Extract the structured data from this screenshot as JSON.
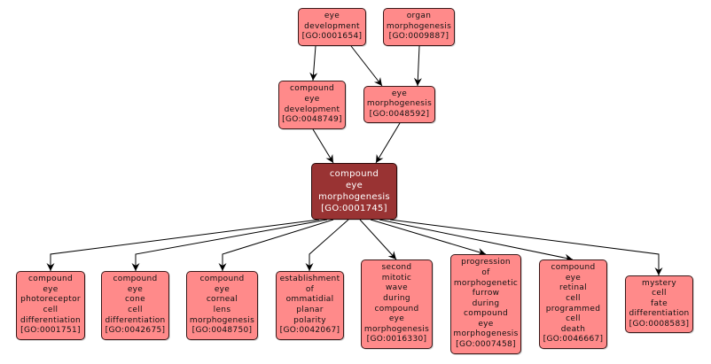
{
  "diagram": {
    "title": "GO term graph: compound eye morphogenesis",
    "colors": {
      "node_fill": "#ff8a8a",
      "focus_fill": "#993333",
      "edge": "#000000",
      "node_border": "#3a1a1a"
    },
    "nodes": [
      {
        "id": "GO:0001654",
        "lines": [
          "eye",
          "development",
          "[GO:0001654]"
        ],
        "focus": false
      },
      {
        "id": "GO:0009887",
        "lines": [
          "organ",
          "morphogenesis",
          "[GO:0009887]"
        ],
        "focus": false
      },
      {
        "id": "GO:0048749",
        "lines": [
          "compound",
          "eye",
          "development",
          "[GO:0048749]"
        ],
        "focus": false
      },
      {
        "id": "GO:0048592",
        "lines": [
          "eye",
          "morphogenesis",
          "[GO:0048592]"
        ],
        "focus": false
      },
      {
        "id": "GO:0001745",
        "lines": [
          "compound",
          "eye",
          "morphogenesis",
          "[GO:0001745]"
        ],
        "focus": true
      },
      {
        "id": "GO:0001751",
        "lines": [
          "compound",
          "eye",
          "photoreceptor",
          "cell",
          "differentiation",
          "[GO:0001751]"
        ],
        "focus": false
      },
      {
        "id": "GO:0042675",
        "lines": [
          "compound",
          "eye",
          "cone",
          "cell",
          "differentiation",
          "[GO:0042675]"
        ],
        "focus": false
      },
      {
        "id": "GO:0048750",
        "lines": [
          "compound",
          "eye",
          "corneal",
          "lens",
          "morphogenesis",
          "[GO:0048750]"
        ],
        "focus": false
      },
      {
        "id": "GO:0042067",
        "lines": [
          "establishment",
          "of",
          "ommatidial",
          "planar",
          "polarity",
          "[GO:0042067]"
        ],
        "focus": false
      },
      {
        "id": "GO:0016330",
        "lines": [
          "second",
          "mitotic",
          "wave",
          "during",
          "compound",
          "eye",
          "morphogenesis",
          "[GO:0016330]"
        ],
        "focus": false
      },
      {
        "id": "GO:0007458",
        "lines": [
          "progression",
          "of",
          "morphogenetic",
          "furrow",
          "during",
          "compound",
          "eye",
          "morphogenesis",
          "[GO:0007458]"
        ],
        "focus": false
      },
      {
        "id": "GO:0046667",
        "lines": [
          "compound",
          "eye",
          "retinal",
          "cell",
          "programmed",
          "cell",
          "death",
          "[GO:0046667]"
        ],
        "focus": false
      },
      {
        "id": "GO:0008583",
        "lines": [
          "mystery",
          "cell",
          "fate",
          "differentiation",
          "[GO:0008583]"
        ],
        "focus": false
      }
    ],
    "edges": [
      {
        "from": "GO:0001654",
        "to": "GO:0048749"
      },
      {
        "from": "GO:0001654",
        "to": "GO:0048592"
      },
      {
        "from": "GO:0009887",
        "to": "GO:0048592"
      },
      {
        "from": "GO:0048749",
        "to": "GO:0001745"
      },
      {
        "from": "GO:0048592",
        "to": "GO:0001745"
      },
      {
        "from": "GO:0001745",
        "to": "GO:0001751"
      },
      {
        "from": "GO:0001745",
        "to": "GO:0042675"
      },
      {
        "from": "GO:0001745",
        "to": "GO:0048750"
      },
      {
        "from": "GO:0001745",
        "to": "GO:0042067"
      },
      {
        "from": "GO:0001745",
        "to": "GO:0016330"
      },
      {
        "from": "GO:0001745",
        "to": "GO:0007458"
      },
      {
        "from": "GO:0001745",
        "to": "GO:0046667"
      },
      {
        "from": "GO:0001745",
        "to": "GO:0008583"
      }
    ]
  }
}
